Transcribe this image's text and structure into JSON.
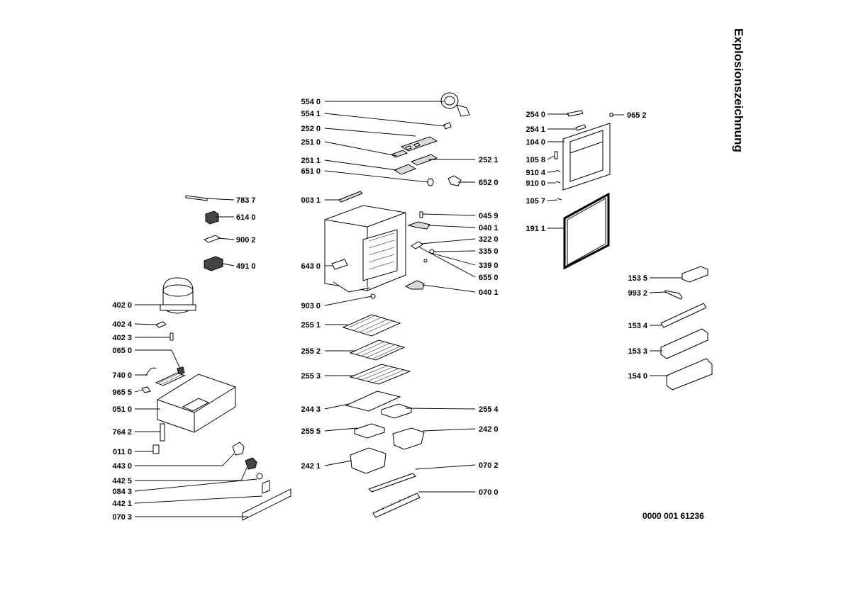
{
  "title": "Explosionszeichnung",
  "document_number": "0000 001 61236",
  "parts": [
    "554 0",
    "554 1",
    "252 0",
    "251 0",
    "251 1",
    "651 0",
    "003 1",
    "643 0",
    "903 0",
    "255 1",
    "255 2",
    "255 3",
    "244 3",
    "255 5",
    "242 1",
    "252 1",
    "652 0",
    "045 9",
    "040 1",
    "322 0",
    "335 0",
    "339 0",
    "655 0",
    "040 1",
    "255 4",
    "242 0",
    "070 2",
    "070 0",
    "783 7",
    "614 0",
    "900 2",
    "491 0",
    "402 0",
    "402 4",
    "402 3",
    "065 0",
    "740 0",
    "965 5",
    "051 0",
    "764 2",
    "011 0",
    "443 0",
    "442 5",
    "084 3",
    "442 1",
    "070 3",
    "254 0",
    "254 1",
    "104 0",
    "105 8",
    "910 4",
    "910 0",
    "105 7",
    "191 1",
    "965 2",
    "153 5",
    "993 2",
    "153 4",
    "153 3",
    "154 0"
  ]
}
